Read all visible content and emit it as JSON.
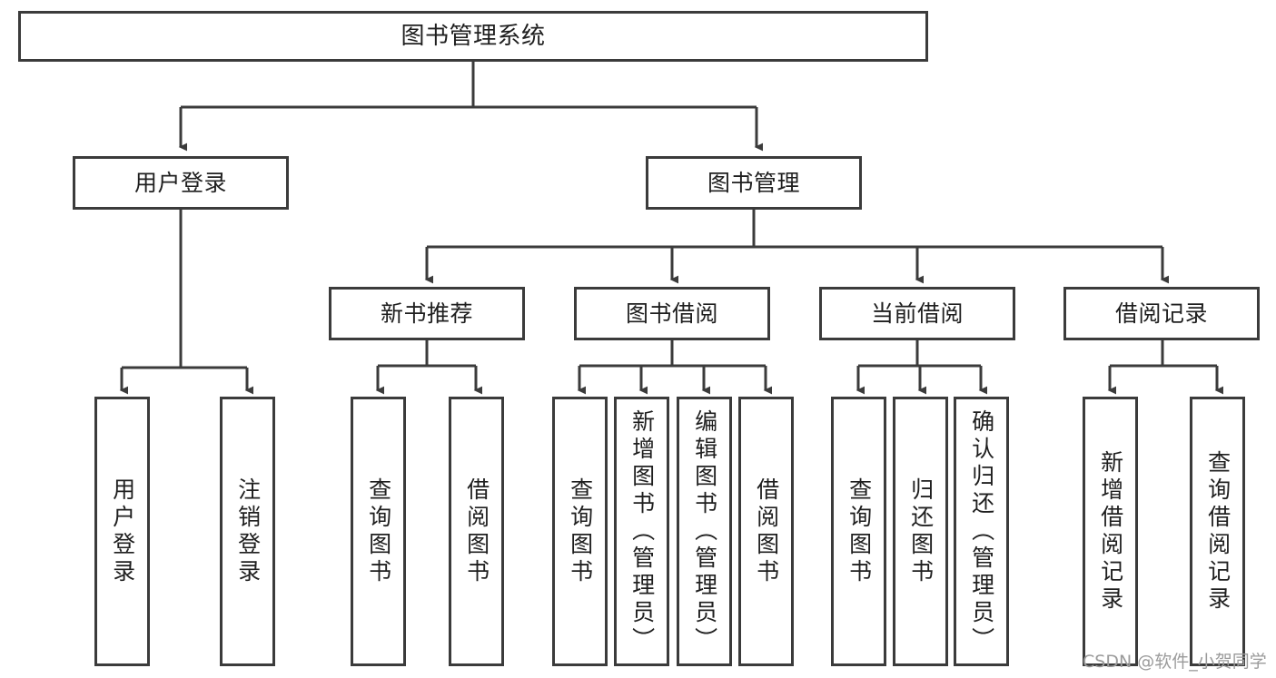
{
  "diagram": {
    "title": "图书管理系统",
    "type": "hierarchy-tree",
    "colors": {
      "border": "#3b3b3b",
      "background": "#ffffff",
      "text": "#1f1f1f",
      "watermark": "#9b9b9b"
    },
    "root": {
      "label": "图书管理系统"
    },
    "level1": [
      {
        "label": "用户登录"
      },
      {
        "label": "图书管理"
      }
    ],
    "level2": [
      {
        "label": "新书推荐"
      },
      {
        "label": "图书借阅"
      },
      {
        "label": "当前借阅"
      },
      {
        "label": "借阅记录"
      }
    ],
    "leaves": {
      "user_login": [
        {
          "label": "用户登录"
        },
        {
          "label": "注销登录"
        }
      ],
      "new_book_recommend": [
        {
          "label": "查询图书"
        },
        {
          "label": "借阅图书"
        }
      ],
      "book_borrow": [
        {
          "label": "查询图书"
        },
        {
          "label": "新增图书（管理员）"
        },
        {
          "label": "编辑图书（管理员）"
        },
        {
          "label": "借阅图书"
        }
      ],
      "current_borrow": [
        {
          "label": "查询图书"
        },
        {
          "label": "归还图书"
        },
        {
          "label": "确认归还（管理员）"
        }
      ],
      "borrow_record": [
        {
          "label": "新增借阅记录"
        },
        {
          "label": "查询借阅记录"
        }
      ]
    },
    "watermark": "CSDN @软件_小贺同学"
  }
}
